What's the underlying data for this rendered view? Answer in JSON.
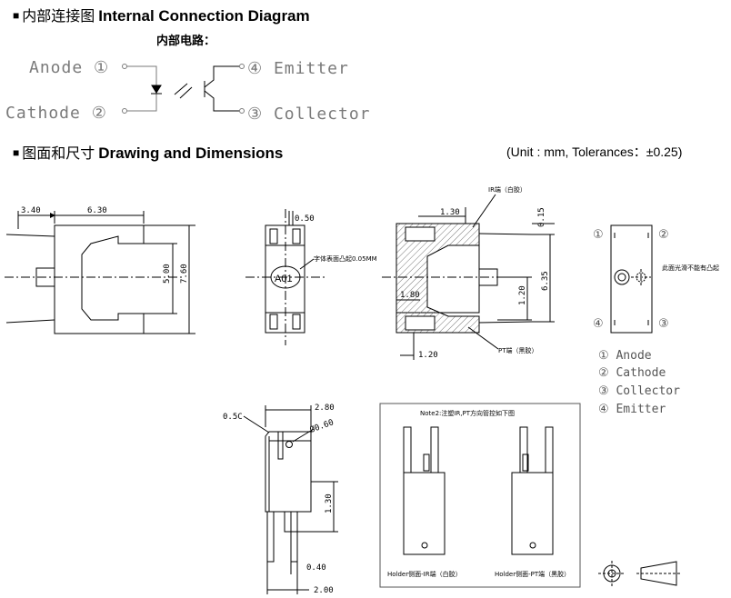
{
  "section1": {
    "bullet": "■",
    "title_cn": "内部连接图",
    "title_en": "Internal Connection Diagram",
    "subtitle": "内部电路："
  },
  "circuit": {
    "pin1": "Anode ①",
    "pin2": "Cathode ②",
    "pin4": "④ Emitter",
    "pin3": "③ Collector"
  },
  "section2": {
    "bullet": "■",
    "title_cn": "图面和尺寸",
    "title_en": "Drawing and Dimensions",
    "units": "(Unit : mm,  Tolerances：±0.25)"
  },
  "front_view": {
    "dim_left": "3.40",
    "dim_width": "6.30",
    "dim_inner_h": "5.00",
    "dim_outer_h": "7.60"
  },
  "side_view": {
    "dim_top": "0.50",
    "marking": "A01",
    "marking_note": "字体表面凸起0.05MM",
    "marking_dim": "0.05MM"
  },
  "section_view": {
    "label_top": "IR端（白胶）",
    "dim_130": "1.30",
    "dim_015": "0.15",
    "dim_635": "6.35",
    "dim_180": "1.80",
    "dim_120v": "1.20",
    "dim_120h": "1.20",
    "label_bottom": "PT端（黑胶）"
  },
  "bottom_view": {
    "pin_nums": [
      "①",
      "②",
      "④",
      "③"
    ],
    "note": "此面光滑不能有凸起"
  },
  "legend": {
    "items": [
      "① Anode",
      "② Cathode",
      "③ Collector",
      "④ Emitter"
    ]
  },
  "detail_view": {
    "dim_05c": "0.5C",
    "dim_280": "2.80",
    "dim_060": "Ø0.60",
    "dim_130": "1.30",
    "dim_040": "0.40",
    "dim_200": "2.00"
  },
  "note_box": {
    "title": "Note2:注塑IR,PT方向管控如下图",
    "caption_left": "Holder侧面-IR端（白胶）",
    "caption_right": "Holder侧面-PT端（黑胶）"
  }
}
